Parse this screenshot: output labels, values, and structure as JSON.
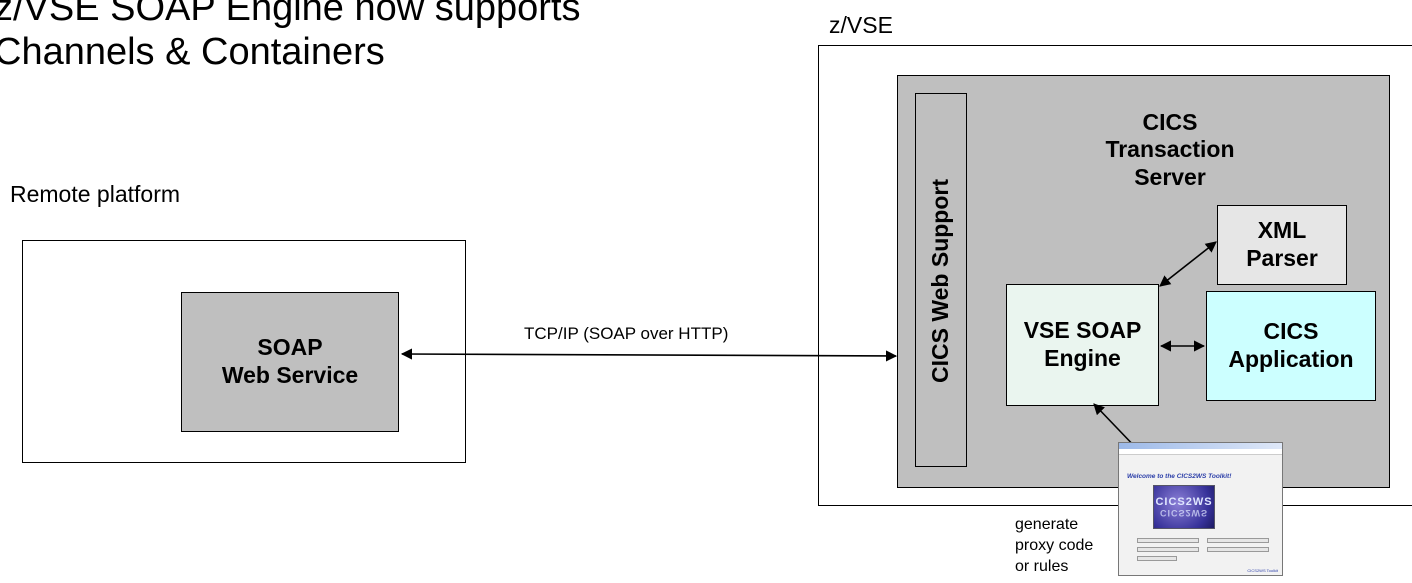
{
  "title": {
    "line1": "z/VSE SOAP Engine now supports",
    "line2": "Channels & Containers"
  },
  "zvse_label": "z/VSE",
  "remote_label": "Remote platform",
  "soap_service": {
    "line1": "SOAP",
    "line2": "Web Service"
  },
  "connection_label": "TCP/IP (SOAP over HTTP)",
  "cics_web_support": "CICS Web Support",
  "cics_ts": {
    "line1": "CICS",
    "line2": "Transaction",
    "line3": "Server"
  },
  "xml_parser": {
    "line1": "XML",
    "line2": "Parser"
  },
  "soap_engine": {
    "line1": "VSE SOAP",
    "line2": "Engine"
  },
  "cics_app": {
    "line1": "CICS",
    "line2": "Application"
  },
  "generate_label": {
    "line1": "generate",
    "line2": "proxy code",
    "line3": "or rules"
  },
  "toolkit": {
    "heading": "Welcome to the CICS2WS Toolkit!",
    "logo_text": "CICS2WS",
    "footer": "CICS2WS Toolkit"
  },
  "colors": {
    "gray_box": "#bfbfbf",
    "engine_fill": "#eaf5ef",
    "app_fill": "#ccffff",
    "xml_fill": "#e6e6e6"
  }
}
